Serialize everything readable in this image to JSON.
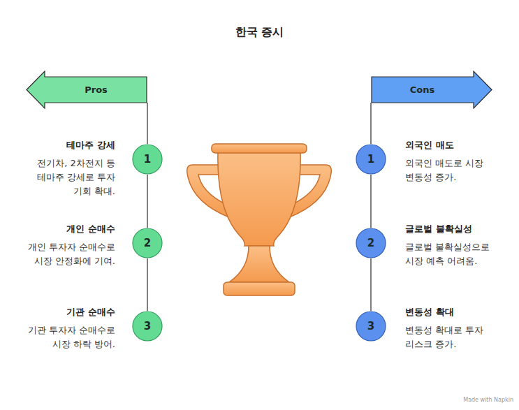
{
  "diagram": {
    "title": "한국 증시",
    "nodes": [
      {
        "text": [
          "Pros"
        ]
      },
      {
        "text": [
          "1",
          "테마주 강세",
          "전기차, 2차전지 등 테마주 강세로 투자 기회 확대."
        ]
      },
      {
        "text": [
          "2",
          "개인 순매수",
          "개인 투자자 순매수로 시장 안정화에 기여."
        ]
      },
      {
        "text": [
          "3",
          "기관 순매수",
          "기관 투자자 순매수로 시장 하락 방어."
        ]
      },
      {
        "text": [
          "Cons"
        ]
      },
      {
        "text": [
          "1",
          "외국인 매도",
          "외국인 매도로 시장 변동성 증가."
        ]
      },
      {
        "text": [
          "2",
          "글로벌 불확실성",
          "글로벌 불확실성으로 시장 예측 어려움."
        ]
      },
      {
        "text": [
          "3",
          "변동성 확대",
          "변동성 확대로 투자 리스크 증가."
        ]
      }
    ],
    "edges": [
      {
        "from": 0,
        "to": 1,
        "arrow": "none"
      },
      {
        "from": 1,
        "to": 2,
        "arrow": "none"
      },
      {
        "from": 2,
        "to": 3,
        "arrow": "none"
      },
      {
        "from": 4,
        "to": 5,
        "arrow": "none"
      },
      {
        "from": 5,
        "to": 6,
        "arrow": "none"
      },
      {
        "from": 6,
        "to": 7,
        "arrow": "none"
      }
    ],
    "labels": [
      "Made with Napkin"
    ]
  }
}
